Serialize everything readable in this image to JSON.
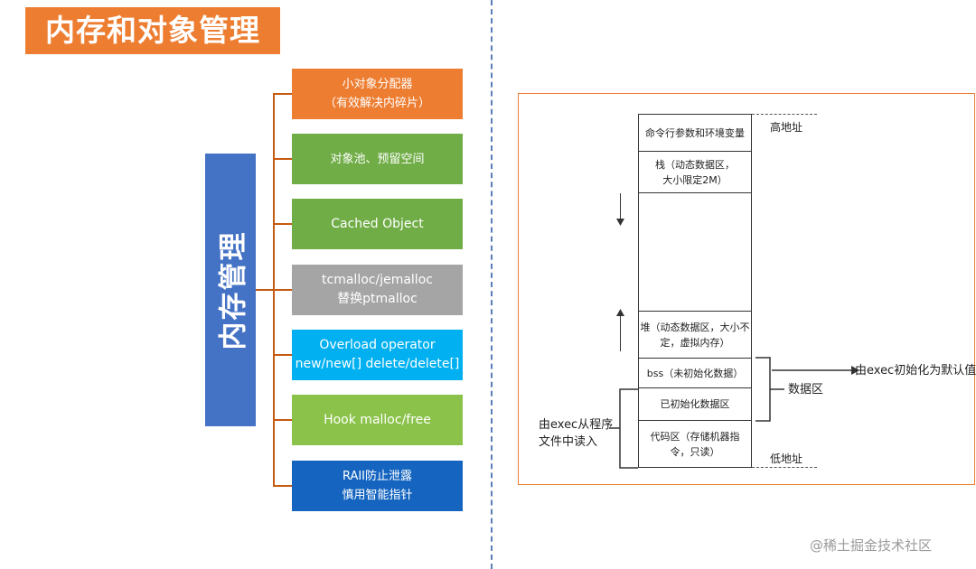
{
  "title": "内存和对象管理",
  "main_node": "内存管理",
  "branches": [
    {
      "line1": "小对象分配器",
      "line2": "（有效解决内碎片）",
      "color": "#ED7D31"
    },
    {
      "line1": "对象池、预留空间",
      "line2": "",
      "color": "#70AD47"
    },
    {
      "line1": "Cached Object",
      "line2": "",
      "color": "#70AD47"
    },
    {
      "line1": "tcmalloc/jemalloc",
      "line2": "替换ptmalloc",
      "color": "#A5A5A5"
    },
    {
      "line1": "Overload operator",
      "line2": "new/new[] delete/delete[]",
      "color": "#00B0F0"
    },
    {
      "line1": "Hook malloc/free",
      "line2": "",
      "color": "#8BC34A"
    },
    {
      "line1": "RAII防止泄露",
      "line2": "慎用智能指针",
      "color": "#1565C0"
    }
  ],
  "memory_layout": {
    "high_address": "高地址",
    "low_address": "低地址",
    "segments": [
      {
        "line1": "命令行参数和环境变量",
        "line2": ""
      },
      {
        "line1": "栈（动态数据区，",
        "line2": "大小限定2M）"
      },
      {
        "line1": "",
        "line2": ""
      },
      {
        "line1": "堆（动态数据区，大小不",
        "line2": "定，虚拟内存）"
      },
      {
        "line1": "bss（未初始化数据）",
        "line2": ""
      },
      {
        "line1": "已初始化数据区",
        "line2": ""
      },
      {
        "line1": "代码区（存储机器指",
        "line2": "令，只读）"
      }
    ],
    "data_area_label": "数据区",
    "exec_init_label": "由exec初始化为默认值",
    "exec_read_line1": "由exec从程序",
    "exec_read_line2": "文件中读入"
  },
  "watermark": "@稀土掘金技术社区"
}
